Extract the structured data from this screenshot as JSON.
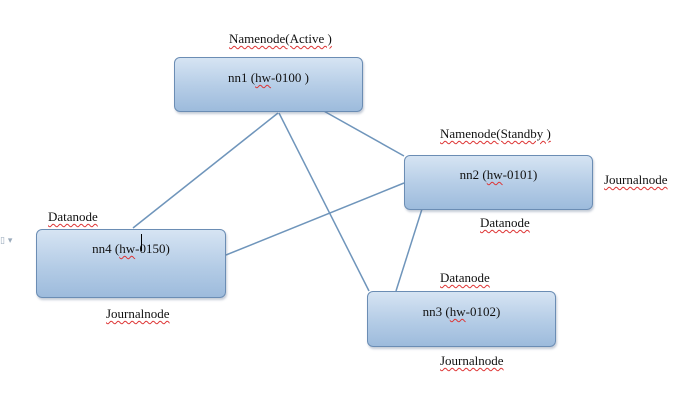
{
  "nodes": {
    "nn1": {
      "prefix": "nn1 (",
      "host": "hw",
      "suffix": "-0100 )",
      "role_above": "Namenode(Active )"
    },
    "nn2": {
      "prefix": "nn2 (",
      "host": "hw",
      "suffix": "-0101)",
      "role_above": "Namenode(Standby )",
      "role_right": "Journalnode",
      "role_below": "Datanode"
    },
    "nn3": {
      "prefix": "nn3 (",
      "host": "hw",
      "suffix": "-0102)",
      "role_above": "Datanode",
      "role_below": "Journalnode"
    },
    "nn4": {
      "prefix": "nn4 (",
      "host": "hw",
      "suffix": "-0150)",
      "role_above": "Datanode",
      "role_below": "Journalnode"
    }
  },
  "connections": [
    [
      "nn1",
      "nn4"
    ],
    [
      "nn1",
      "nn2"
    ],
    [
      "nn1",
      "nn3"
    ],
    [
      "nn2",
      "nn4"
    ],
    [
      "nn2",
      "nn3"
    ]
  ],
  "margin_marker": "▯ ▾",
  "colors": {
    "line": "#6f95bb",
    "node_border": "#6b8db4",
    "node_fill": "#b4cce6",
    "squiggle": "#dd3333"
  }
}
